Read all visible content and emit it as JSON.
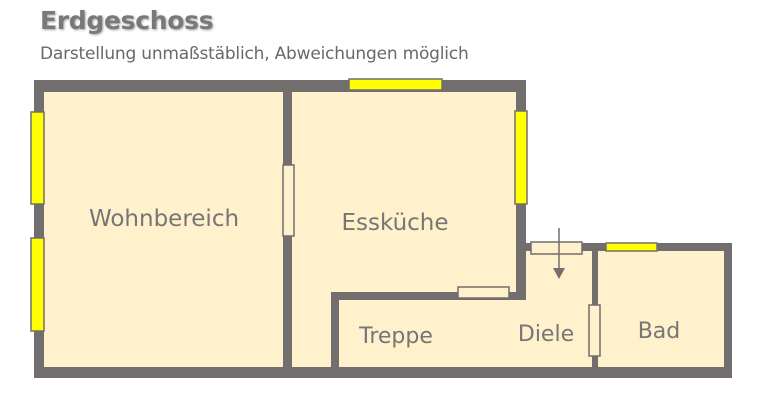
{
  "header": {
    "title": "Erdgeschoss",
    "subtitle": "Darstellung unmaßstäblich, Abweichungen möglich"
  },
  "colors": {
    "wall": "#736e6e",
    "floor": "#fff1cc",
    "window": "#ffff00",
    "door_fill": "#fff1cc",
    "text": "#777576"
  },
  "rooms": [
    {
      "label": "Wohnbereich"
    },
    {
      "label": "Essküche"
    },
    {
      "label": "Treppe"
    },
    {
      "label": "Diele"
    },
    {
      "label": "Bad"
    }
  ],
  "symbols": {
    "entrance_arrow": "arrow-down-icon"
  }
}
